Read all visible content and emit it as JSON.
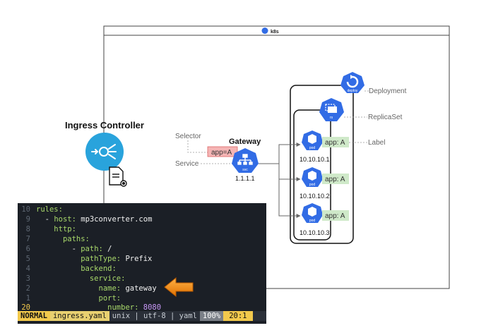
{
  "cluster": {
    "title": "k8s"
  },
  "ingress": {
    "title": "Ingress Controller"
  },
  "gateway": {
    "title": "Gateway",
    "svc_tag": "svc",
    "ip": "1.1.1.1",
    "selector": "app=A"
  },
  "annotations": {
    "selector": "Selector",
    "service": "Service",
    "deployment": "Deployment",
    "replicaset": "ReplicaSet",
    "label": "Label"
  },
  "deploy_tag": "deploy",
  "rs_tag": "rs",
  "pods": [
    {
      "tag": "pod",
      "label": "app: A",
      "ip": "10.10.10.1"
    },
    {
      "tag": "pod",
      "label": "app: A",
      "ip": "10.10.10.2"
    },
    {
      "tag": "pod",
      "label": "app: A",
      "ip": "10.10.10.3"
    }
  ],
  "editor": {
    "lines": [
      {
        "num": "10",
        "indent": "",
        "dash": "",
        "key": "rules:",
        "value": ""
      },
      {
        "num": "9",
        "indent": "  ",
        "dash": "- ",
        "key": "host:",
        "value": " mp3converter.com"
      },
      {
        "num": "8",
        "indent": "    ",
        "dash": "",
        "key": "http:",
        "value": ""
      },
      {
        "num": "7",
        "indent": "      ",
        "dash": "",
        "key": "paths:",
        "value": ""
      },
      {
        "num": "6",
        "indent": "        ",
        "dash": "- ",
        "key": "path:",
        "value": " /"
      },
      {
        "num": "5",
        "indent": "          ",
        "dash": "",
        "key": "pathType:",
        "value": " Prefix"
      },
      {
        "num": "4",
        "indent": "          ",
        "dash": "",
        "key": "backend:",
        "value": ""
      },
      {
        "num": "3",
        "indent": "            ",
        "dash": "",
        "key": "service:",
        "value": ""
      },
      {
        "num": "2",
        "indent": "              ",
        "dash": "",
        "key": "name:",
        "value": " gateway"
      },
      {
        "num": "1",
        "indent": "              ",
        "dash": "",
        "key": "port:",
        "value": ""
      },
      {
        "num": "20",
        "indent": "                ",
        "dash": "",
        "key": "number:",
        "value": " 8080"
      }
    ],
    "status": {
      "mode": "NORMAL",
      "file": "ingress.yaml",
      "info": "unix | utf-8 | yaml",
      "percent": "100%",
      "position": "20:1"
    }
  },
  "colors": {
    "k8s_blue": "#326ce5",
    "ingress_blue": "#29a3dc",
    "label_green": "#cfe9c9",
    "selector_red": "#f5b5b5",
    "arrow_orange": "#f28c00"
  }
}
